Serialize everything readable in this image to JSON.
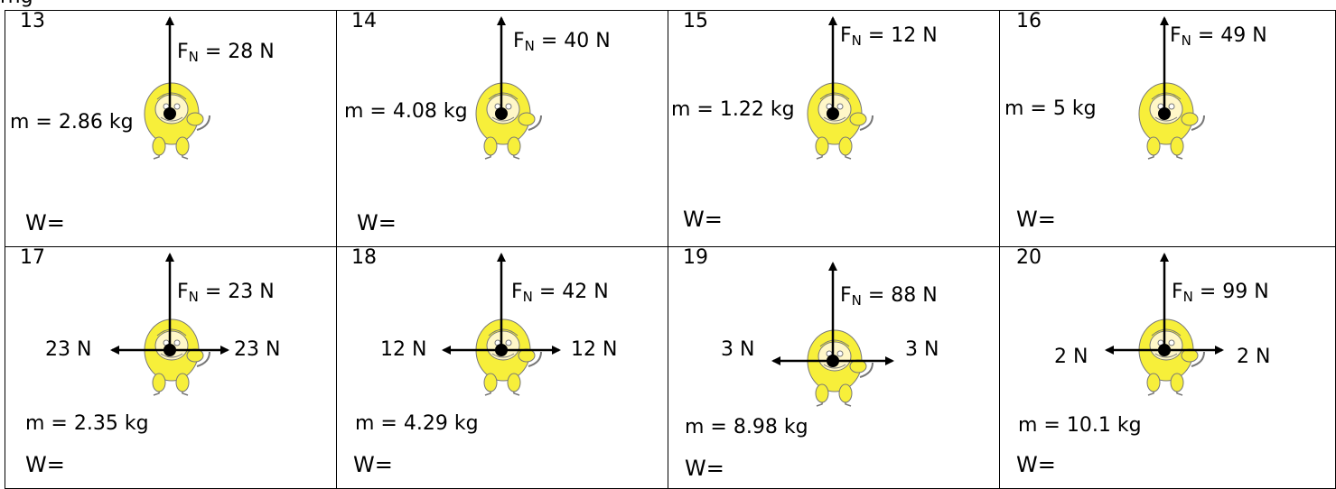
{
  "header_fragment": "rng",
  "colors": {
    "monkey_fill": "#f7ef3a",
    "monkey_stroke": "#555555",
    "arrow": "#000000",
    "border": "#000000"
  },
  "figure_icon": "yellow-monkey-figure",
  "row1": [
    {
      "number": "13",
      "fn_symbol": "F",
      "fn_sub": "N",
      "fn_value": " = 28 N",
      "mass": "m = 2.86 kg",
      "weight": "W="
    },
    {
      "number": "14",
      "fn_symbol": "F",
      "fn_sub": "N",
      "fn_value": " = 40 N",
      "mass": "m = 4.08 kg",
      "weight": "W="
    },
    {
      "number": "15",
      "fn_symbol": "F",
      "fn_sub": "N",
      "fn_value": " = 12 N",
      "mass": "m = 1.22 kg",
      "weight": "W="
    },
    {
      "number": "16",
      "fn_symbol": "F",
      "fn_sub": "N",
      "fn_value": " = 49 N",
      "mass": "m = 5 kg",
      "weight": "W="
    }
  ],
  "row2": [
    {
      "number": "17",
      "fn_symbol": "F",
      "fn_sub": "N",
      "fn_value": " = 23 N",
      "left": "23 N",
      "right": "23 N",
      "mass": "m = 2.35 kg",
      "weight": "W="
    },
    {
      "number": "18",
      "fn_symbol": "F",
      "fn_sub": "N",
      "fn_value": " = 42 N",
      "left": "12 N",
      "right": "12 N",
      "mass": "m = 4.29 kg",
      "weight": "W="
    },
    {
      "number": "19",
      "fn_symbol": "F",
      "fn_sub": "N",
      "fn_value": " = 88 N",
      "left": "3 N",
      "right": "3 N",
      "mass": "m = 8.98 kg",
      "weight": "W="
    },
    {
      "number": "20",
      "fn_symbol": "F",
      "fn_sub": "N",
      "fn_value": " = 99 N",
      "left": "2 N",
      "right": "2 N",
      "mass": "m = 10.1 kg",
      "weight": "W="
    }
  ]
}
